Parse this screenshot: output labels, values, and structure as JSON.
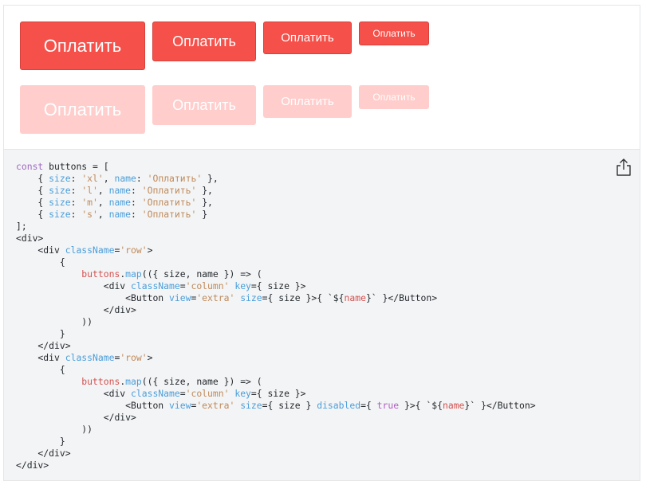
{
  "buttons": {
    "row1": [
      {
        "size": "xl",
        "label": "Оплатить"
      },
      {
        "size": "l",
        "label": "Оплатить"
      },
      {
        "size": "m",
        "label": "Оплатить"
      },
      {
        "size": "s",
        "label": "Оплатить"
      }
    ],
    "row2": [
      {
        "size": "xl",
        "label": "Оплатить",
        "disabled": true
      },
      {
        "size": "l",
        "label": "Оплатить",
        "disabled": true
      },
      {
        "size": "m",
        "label": "Оплатить",
        "disabled": true
      },
      {
        "size": "s",
        "label": "Оплатить",
        "disabled": true
      }
    ]
  },
  "code": {
    "lines": [
      "const buttons = [",
      "    { size: 'xl', name: 'Оплатить' },",
      "    { size: 'l', name: 'Оплатить' },",
      "    { size: 'm', name: 'Оплатить' },",
      "    { size: 's', name: 'Оплатить' }",
      "];",
      "<div>",
      "    <div className='row'>",
      "        {",
      "            buttons.map(({ size, name }) => (",
      "                <div className='column' key={ size }>",
      "                    <Button view='extra' size={ size }>{ `${name}` }</Button>",
      "                </div>",
      "            ))",
      "        }",
      "    </div>",
      "    <div className='row'>",
      "        {",
      "            buttons.map(({ size, name }) => (",
      "                <div className='column' key={ size }>",
      "                    <Button view='extra' size={ size } disabled={ true }>{ `${name}` }</Button>",
      "                </div>",
      "            ))",
      "        }",
      "    </div>",
      "</div>"
    ]
  },
  "colors": {
    "accent": "#f5504a",
    "accent_disabled": "#ffcdcb",
    "code_bg": "#f3f4f5"
  },
  "icons": {
    "share": "share-icon"
  }
}
